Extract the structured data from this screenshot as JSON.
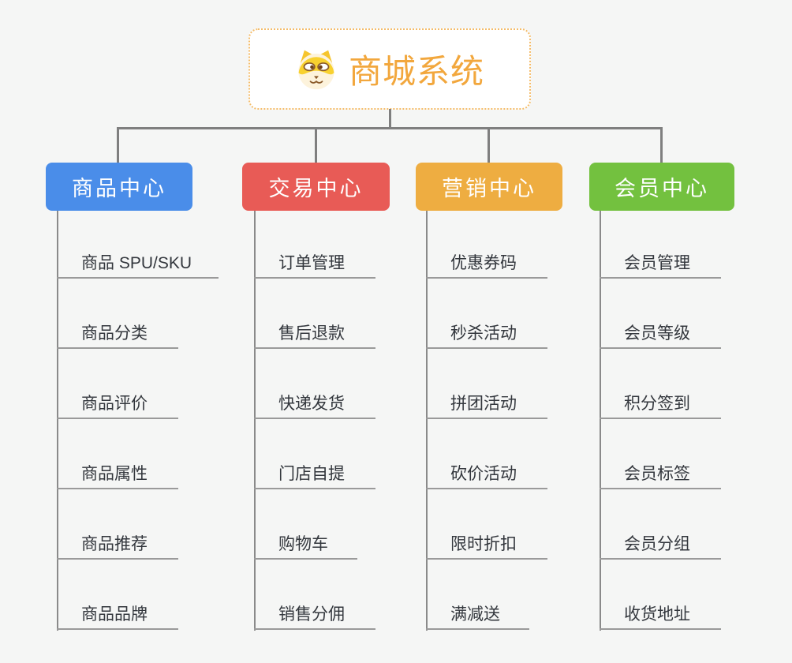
{
  "root": {
    "title": "商城系统",
    "icon": "dog-face-icon",
    "title_color": "#f2a73d",
    "border_color": "#f4bc69",
    "background": "#ffffff"
  },
  "colors": {
    "page_background": "#f5f6f5",
    "connector": "#7f7f7f",
    "trunk": "#8a8a8a",
    "item_underline": "#9a9a9a",
    "item_text": "#33373d"
  },
  "branches": [
    {
      "label": "商品中心",
      "color": "#4a8de9",
      "items": [
        "商品 SPU/SKU",
        "商品分类",
        "商品评价",
        "商品属性",
        "商品推荐",
        "商品品牌"
      ]
    },
    {
      "label": "交易中心",
      "color": "#e85b56",
      "items": [
        "订单管理",
        "售后退款",
        "快递发货",
        "门店自提",
        "购物车",
        "销售分佣"
      ]
    },
    {
      "label": "营销中心",
      "color": "#eead41",
      "items": [
        "优惠券码",
        "秒杀活动",
        "拼团活动",
        "砍价活动",
        "限时折扣",
        "满减送"
      ]
    },
    {
      "label": "会员中心",
      "color": "#73c13f",
      "items": [
        "会员管理",
        "会员等级",
        "积分签到",
        "会员标签",
        "会员分组",
        "收货地址"
      ]
    }
  ]
}
